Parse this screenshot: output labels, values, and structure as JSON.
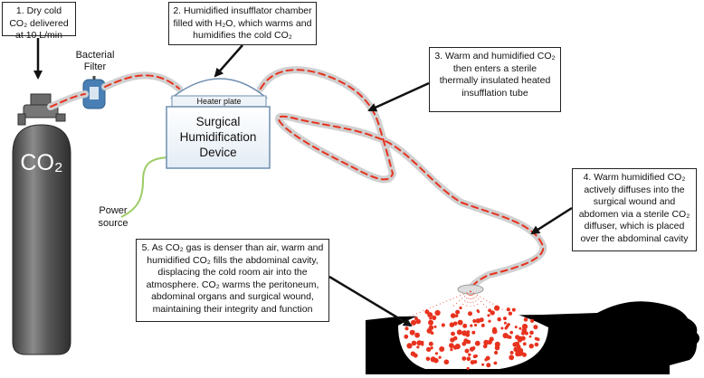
{
  "steps": [
    {
      "id": 1,
      "text": "1. Dry cold CO₂ delivered at 10 L/min"
    },
    {
      "id": 2,
      "text": "2. Humidified insufflator chamber filled with H₂O, which warms and humidifies the cold CO₂"
    },
    {
      "id": 3,
      "text": "3. Warm and humidified CO₂ then enters a sterile thermally insulated heated insufflation tube"
    },
    {
      "id": 4,
      "text": "4. Warm humidified CO₂ actively diffuses into the surgical wound and abdomen via a sterile CO₂ diffuser, which is placed over the abdominal cavity"
    },
    {
      "id": 5,
      "text": "5. As CO₂ gas is denser than air, warm and humidified CO₂ fills the abdominal cavity, displacing the cold room air into the atmosphere. CO₂ warms the peritoneum, abdominal organs and surgical wound, maintaining their integrity and function"
    }
  ],
  "components": {
    "cylinder_label": "CO₂",
    "filter_label": "Bacterial Filter",
    "heater_plate_label": "Heater plate",
    "device_label": "Surgical Humidification Device",
    "power_label": "Power source"
  },
  "colors": {
    "cylinder": "#5c5c5c",
    "tube": "#d0d0d0",
    "arrows": "#e8321e",
    "filter": "#4a7fb5",
    "device_border": "#6f8fb0",
    "power_cable": "#9ccc65",
    "patient": "#000000"
  }
}
